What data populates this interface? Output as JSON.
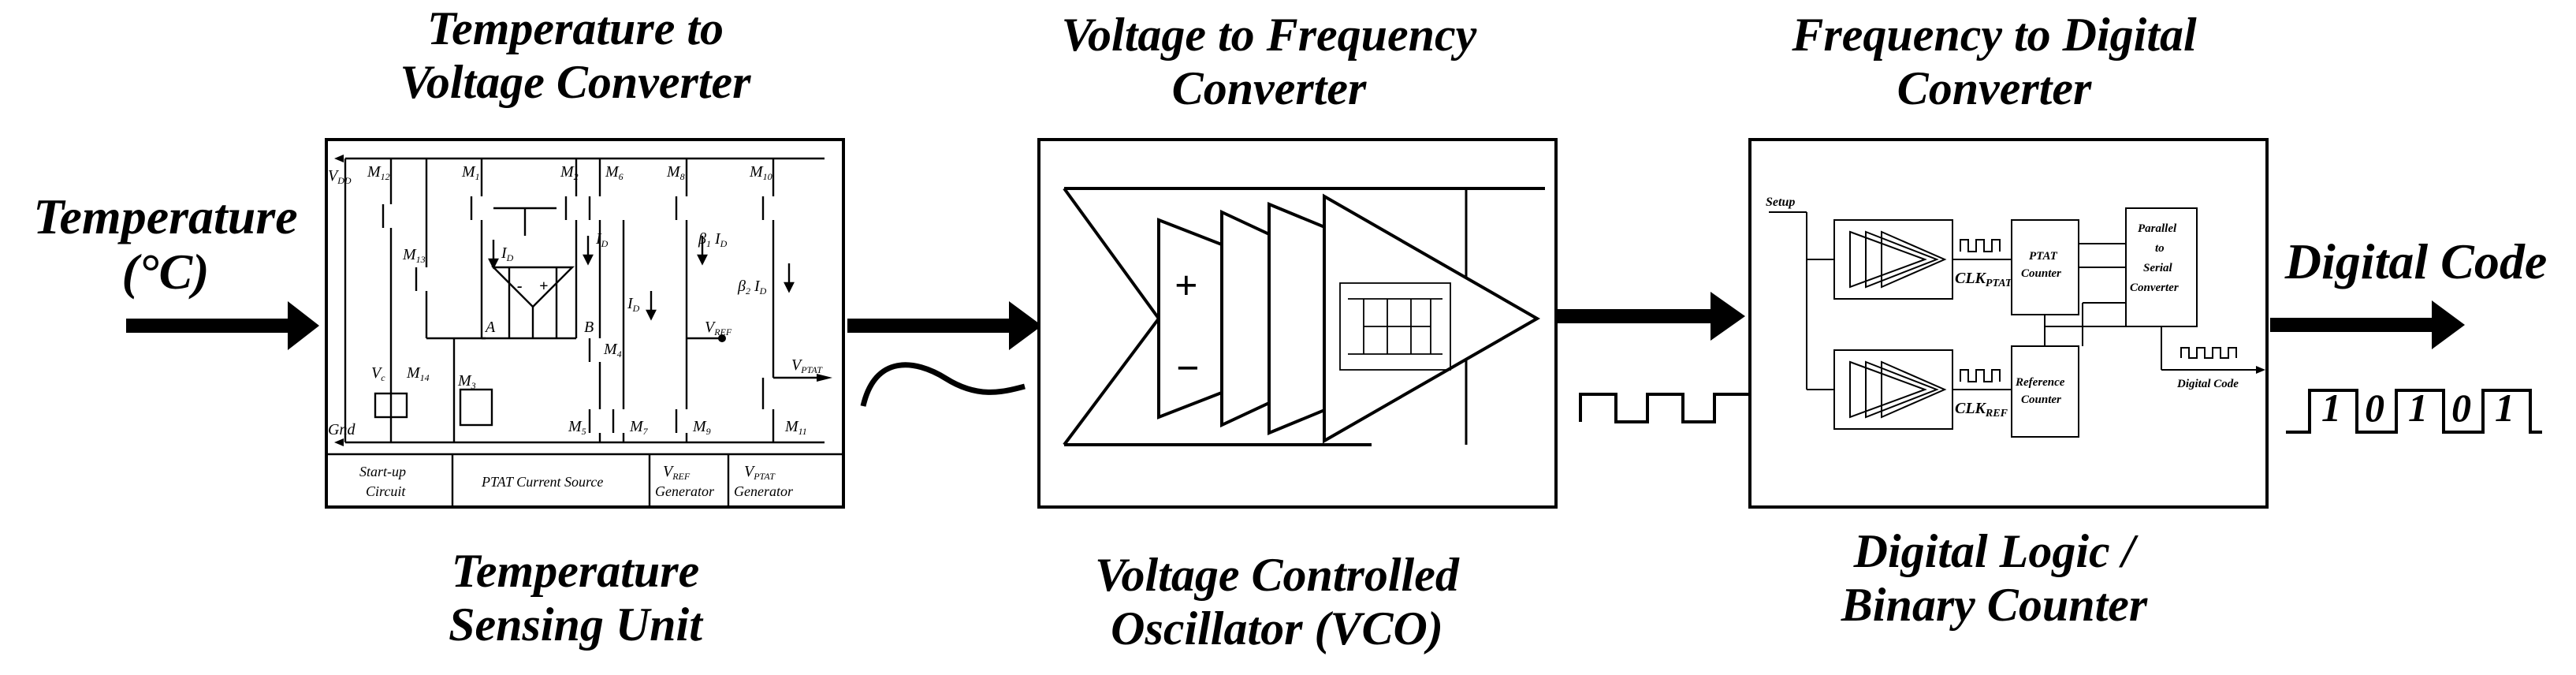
{
  "input": {
    "label_line1": "Temperature",
    "label_line2": "(°C)"
  },
  "output": {
    "label": "Digital Code",
    "bits": [
      "1",
      "0",
      "1",
      "0",
      "1"
    ]
  },
  "stage1": {
    "top_line1": "Temperature to",
    "top_line2": "Voltage Converter",
    "bottom_line1": "Temperature",
    "bottom_line2": "Sensing Unit",
    "nodes": {
      "vdd": "V",
      "vdd_sub": "DD",
      "gnd": "Gnd",
      "m12": "M",
      "m12_sub": "12",
      "m13": "M",
      "m13_sub": "13",
      "m14": "M",
      "m14_sub": "14",
      "vc": "V",
      "vc_sub": "c",
      "m1": "M",
      "m1_sub": "1",
      "m2": "M",
      "m2_sub": "2",
      "m3": "M",
      "m3_sub": "3",
      "m4": "M",
      "m4_sub": "4",
      "m5": "M",
      "m5_sub": "5",
      "m6": "M",
      "m6_sub": "6",
      "m7": "M",
      "m7_sub": "7",
      "m8": "M",
      "m8_sub": "8",
      "m9": "M",
      "m9_sub": "9",
      "m10": "M",
      "m10_sub": "10",
      "m11": "M",
      "m11_sub": "11",
      "id": "I",
      "id_sub": "D",
      "node_a": "A",
      "node_b": "B",
      "beta1": "β",
      "beta1_sub": "1",
      "beta2": "β",
      "beta2_sub": "2",
      "vref": "V",
      "vref_sub": "REF",
      "vptat": "V",
      "vptat_sub": "PTAT",
      "minus": "-",
      "plus": "+"
    },
    "sections": {
      "startup_l1": "Start-up",
      "startup_l2": "Circuit",
      "ptat": "PTAT Current Source",
      "vref_l1": "V",
      "vref_l1_sub": "REF",
      "vref_l2": "Generator",
      "vptat_l1": "V",
      "vptat_l1_sub": "PTAT",
      "vptat_l2": "Generator"
    }
  },
  "stage2": {
    "top_line1": "Voltage to Frequency",
    "top_line2": "Converter",
    "bottom_line1": "Voltage Controlled",
    "bottom_line2": "Oscillator (VCO)",
    "plus": "+",
    "minus": "−"
  },
  "stage3": {
    "top_line1": "Frequency to Digital",
    "top_line2": "Converter",
    "bottom_line1": "Digital Logic /",
    "bottom_line2": "Binary Counter",
    "setup": "Setup",
    "clk_ptat": "CLK",
    "clk_ptat_sub": "PTAT",
    "clk_ref": "CLK",
    "clk_ref_sub": "REF",
    "ptat_counter_l1": "PTAT",
    "ptat_counter_l2": "Counter",
    "ref_counter_l1": "Reference",
    "ref_counter_l2": "Counter",
    "pts_l1": "Parallel",
    "pts_l2": "to",
    "pts_l3": "Serial",
    "pts_l4": "Converter",
    "digital_code": "Digital Code"
  }
}
